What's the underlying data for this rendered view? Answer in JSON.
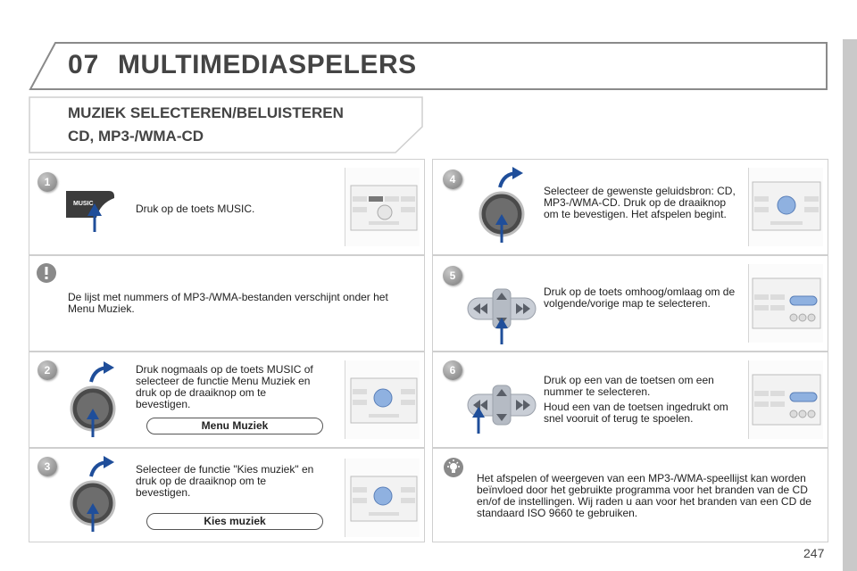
{
  "header": {
    "chapter_number": "07",
    "chapter_title": "MULTIMEDIASPELERS"
  },
  "section": {
    "title": "MUZIEK SELECTEREN/BELUISTEREN",
    "subtitle": "CD, MP3-/WMA-CD"
  },
  "steps": {
    "step1": {
      "number": "1",
      "text": "Druk op de toets MUSIC.",
      "button_label": "MUSIC"
    },
    "note": {
      "text": "De lijst met nummers of MP3-/WMA-bestanden verschijnt onder het Menu Muziek."
    },
    "step2": {
      "number": "2",
      "text": "Druk nogmaals op de toets MUSIC of selecteer de functie Menu Muziek en druk op de draaiknop om te bevestigen.",
      "menu_label": "Menu Muziek"
    },
    "step3": {
      "number": "3",
      "text": "Selecteer de functie \"Kies muziek\" en druk op de draaiknop om te bevestigen.",
      "menu_label": "Kies muziek"
    },
    "step4": {
      "number": "4",
      "text": "Selecteer de gewenste geluidsbron: CD, MP3-/WMA-CD. Druk op de draaiknop om te bevestigen. Het afspelen begint."
    },
    "step5": {
      "number": "5",
      "text": "Druk op de toets omhoog/omlaag om de volgende/vorige map te selecteren."
    },
    "step6": {
      "number": "6",
      "text_1": "Druk op een van de toetsen om een nummer te selecteren.",
      "text_2": "Houd een van de toetsen ingedrukt om snel vooruit of terug te spoelen."
    },
    "tip": {
      "text": "Het afspelen of weergeven van een MP3-/WMA-speellijst kan worden beïnvloed door het gebruikte programma voor het branden van de CD en/of de instellingen. Wij raden u aan voor het branden van een CD de standaard ISO 9660 te gebruiken."
    }
  },
  "page_number": "247",
  "colors": {
    "arrow_blue": "#1f4e9a",
    "knob_dark": "#3a3a3a",
    "badge_gray": "#8a8a8a",
    "panel_border": "#cfcfcf"
  },
  "icons": {
    "warning": "exclamation-icon",
    "tip": "lightbulb-icon"
  }
}
